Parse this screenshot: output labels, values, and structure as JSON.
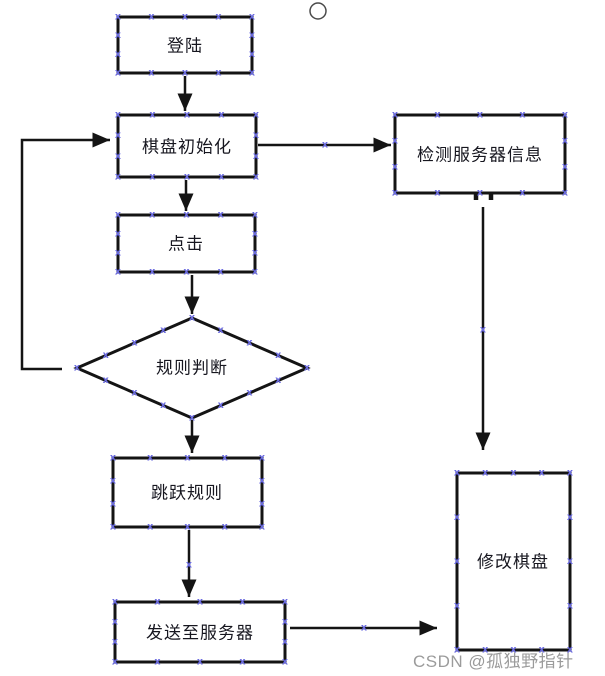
{
  "flowchart": {
    "nodes": {
      "login": {
        "label": "登陆",
        "shape": "rectangle"
      },
      "init": {
        "label": "棋盘初始化",
        "shape": "rectangle"
      },
      "detect": {
        "label": "检测服务器信息",
        "shape": "rectangle"
      },
      "click": {
        "label": "点击",
        "shape": "rectangle"
      },
      "rule": {
        "label": "规则判断",
        "shape": "diamond"
      },
      "jump": {
        "label": "跳跃规则",
        "shape": "rectangle"
      },
      "send": {
        "label": "发送至服务器",
        "shape": "rectangle"
      },
      "modify": {
        "label": "修改棋盘",
        "shape": "rectangle"
      }
    },
    "edges": [
      {
        "from": "login",
        "to": "init"
      },
      {
        "from": "init",
        "to": "detect"
      },
      {
        "from": "init",
        "to": "click"
      },
      {
        "from": "click",
        "to": "rule"
      },
      {
        "from": "rule",
        "to": "init",
        "note": "loop-back"
      },
      {
        "from": "rule",
        "to": "jump"
      },
      {
        "from": "jump",
        "to": "send"
      },
      {
        "from": "send",
        "to": "modify"
      },
      {
        "from": "detect",
        "to": "modify",
        "note": "dashed-start"
      }
    ],
    "colors": {
      "line": "#141414",
      "node_fill": "#ffffff",
      "text": "#16161f",
      "anchor": "#6b6be0",
      "background": "#ffffff"
    }
  },
  "watermark": {
    "text": "CSDN @孤独野指针",
    "color": "#9b9b9b"
  }
}
